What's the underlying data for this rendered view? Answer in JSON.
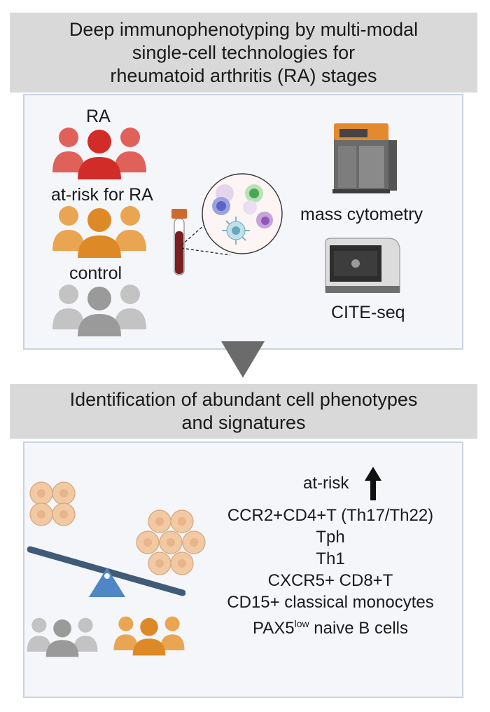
{
  "top_title": {
    "line1": "Deep immunophenotyping by multi-modal",
    "line2": "single-cell technologies for",
    "line3": "rheumatoid arthritis (RA) stages"
  },
  "groups": {
    "ra": "RA",
    "at_risk": "at-risk for RA",
    "control": "control"
  },
  "technologies": {
    "mass_cytometry": "mass cytometry",
    "cite_seq": "CITE-seq"
  },
  "bottom_title": {
    "line1": "Identification of abundant cell phenotypes",
    "line2": "and signatures"
  },
  "signatures": {
    "header": "at-risk",
    "items": [
      "CCR2+CD4+T (Th17/Th22)",
      "Tph",
      "Th1",
      "CXCR5+ CD8+T",
      "CD15+ classical monocytes"
    ],
    "pax5_base": "PAX5",
    "pax5_sup": "low",
    "pax5_rest": " naive B cells"
  },
  "colors": {
    "ra_red": "#d8322f",
    "at_risk_orange": "#e08f2a",
    "control_gray": "#a9a9a9",
    "header_gray": "#d9d9d9",
    "panel_border": "#c9d2df",
    "seesaw_blue": "#4f86c6",
    "cell_peach": "#f1c9a3"
  }
}
